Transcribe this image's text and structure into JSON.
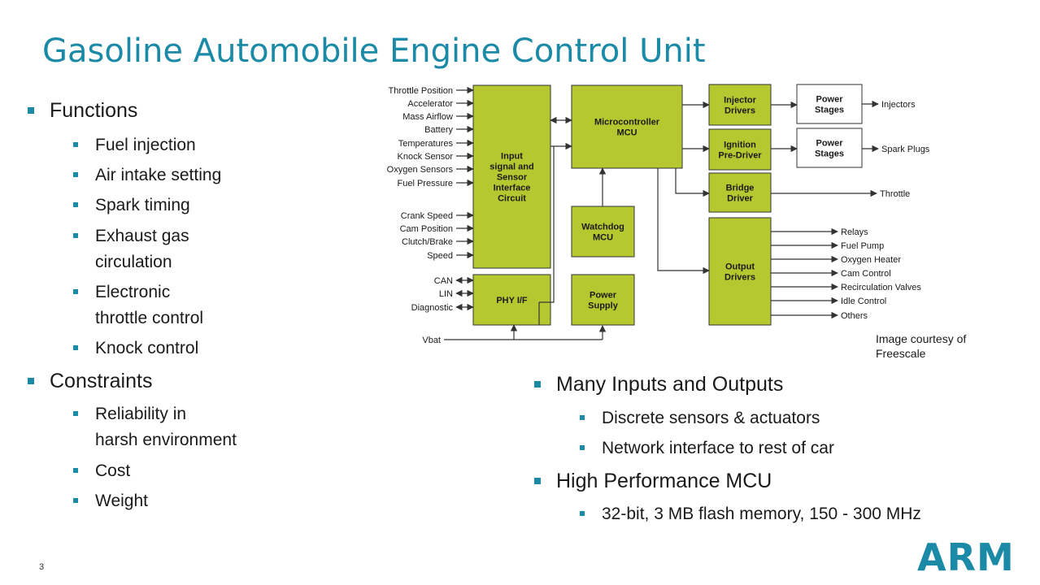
{
  "title": "Gasoline Automobile Engine Control Unit",
  "slide_number": "3",
  "logo": "ARM",
  "courtesy": "Image courtesy of\nFreescale",
  "left_list": {
    "functions": {
      "label": "Functions",
      "items": [
        "Fuel injection",
        "Air intake setting",
        "Spark timing",
        "Exhaust gas\ncirculation",
        "Electronic\nthrottle control",
        "Knock control"
      ]
    },
    "constraints": {
      "label": "Constraints",
      "items": [
        "Reliability in\nharsh environment",
        "Cost",
        "Weight"
      ]
    }
  },
  "right_list": {
    "io": {
      "label": "Many Inputs and Outputs",
      "items": [
        "Discrete sensors & actuators",
        "Network interface to rest of car"
      ]
    },
    "mcu": {
      "label": "High Performance MCU",
      "items": [
        "32-bit, 3 MB flash memory, 150 - 300 MHz"
      ]
    }
  },
  "diagram": {
    "block_color": "#b5c830",
    "inputs_group1": [
      "Throttle Position",
      "Accelerator",
      "Mass Airflow",
      "Battery",
      "Temperatures",
      "Knock Sensor",
      "Oxygen Sensors",
      "Fuel Pressure"
    ],
    "inputs_group2": [
      "Crank Speed",
      "Cam Position",
      "Clutch/Brake",
      "Speed"
    ],
    "inputs_group3": [
      "CAN",
      "LIN",
      "Diagnostic"
    ],
    "vbat": "Vbat",
    "blocks": {
      "input_interface": [
        "Input",
        "signal and",
        "Sensor",
        "Interface",
        "Circuit"
      ],
      "phy": [
        "PHY I/F"
      ],
      "mcu": [
        "Microcontroller",
        "MCU"
      ],
      "watchdog": [
        "Watchdog",
        "MCU"
      ],
      "power_supply": [
        "Power",
        "Supply"
      ],
      "injector": [
        "Injector",
        "Drivers"
      ],
      "ignition": [
        "Ignition",
        "Pre-Driver"
      ],
      "bridge": [
        "Bridge",
        "Driver"
      ],
      "output_drivers": [
        "Output",
        "Drivers"
      ],
      "power_stages_1": [
        "Power",
        "Stages"
      ],
      "power_stages_2": [
        "Power",
        "Stages"
      ]
    },
    "outputs_top": [
      "Injectors",
      "Spark Plugs",
      "Throttle"
    ],
    "outputs_drivers": [
      "Relays",
      "Fuel Pump",
      "Oxygen Heater",
      "Cam Control",
      "Recirculation Valves",
      "Idle Control",
      "Others"
    ]
  }
}
